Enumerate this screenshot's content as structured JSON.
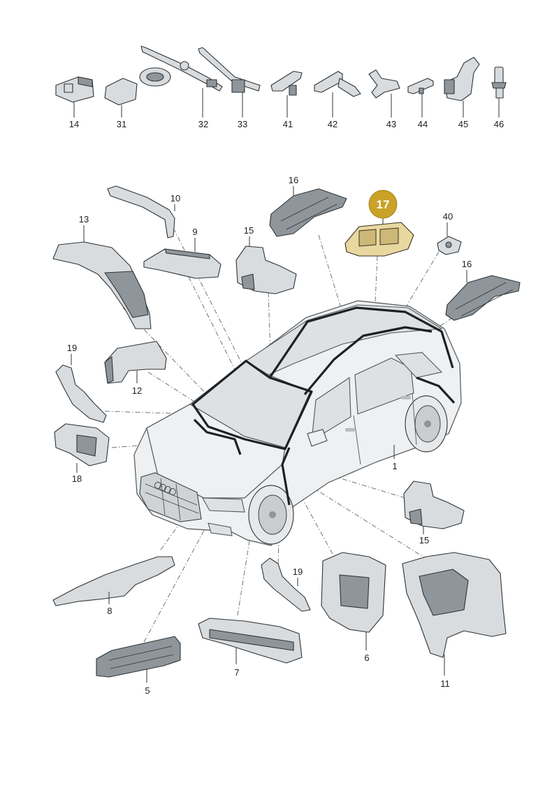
{
  "diagram": {
    "highlight_color": "#c9a227",
    "highlighted_part": "17",
    "top_row_labels": [
      "14",
      "31",
      "32",
      "33",
      "41",
      "42",
      "43",
      "44",
      "45",
      "46"
    ],
    "part_labels": {
      "p1": "1",
      "p5": "5",
      "p6": "6",
      "p7": "7",
      "p8": "8",
      "p9": "9",
      "p10": "10",
      "p11": "11",
      "p12": "12",
      "p13": "13",
      "p15a": "15",
      "p15b": "15",
      "p16a": "16",
      "p16b": "16",
      "p17": "17",
      "p18": "18",
      "p19a": "19",
      "p19b": "19",
      "p40": "40"
    }
  }
}
